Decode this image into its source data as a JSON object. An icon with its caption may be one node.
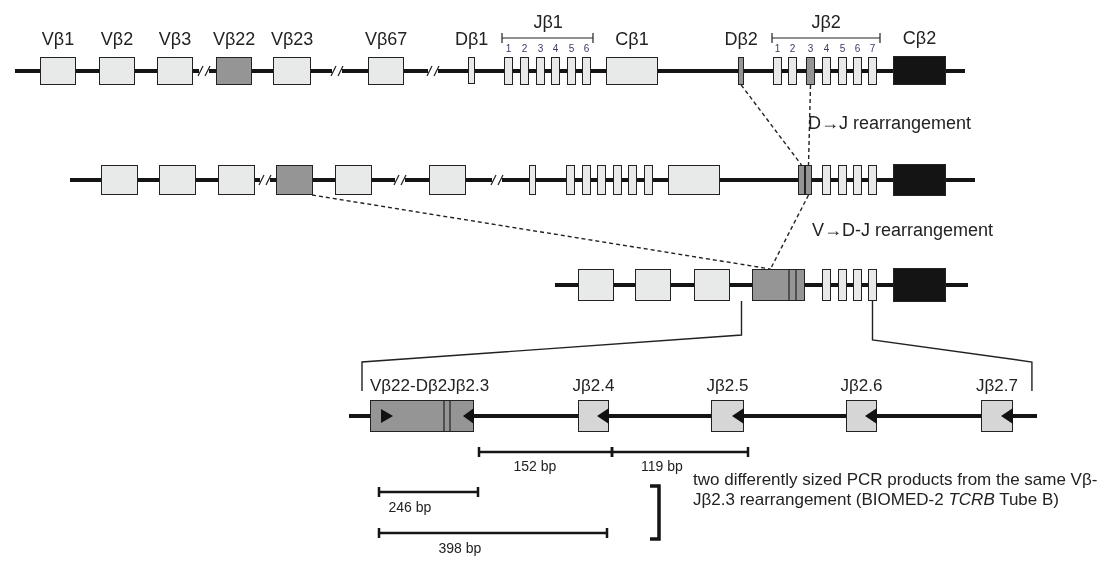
{
  "diagram": {
    "nodes": [
      {
        "text": [
          "Vβ1"
        ]
      },
      {
        "text": [
          "Vβ2"
        ]
      },
      {
        "text": [
          "Vβ3"
        ]
      },
      {
        "text": [
          "Vβ22"
        ]
      },
      {
        "text": [
          "Vβ23"
        ]
      },
      {
        "text": [
          "Vβ67"
        ]
      },
      {
        "text": [
          "Dβ1"
        ]
      },
      {
        "text": [
          "1"
        ]
      },
      {
        "text": [
          "2"
        ]
      },
      {
        "text": [
          "3"
        ]
      },
      {
        "text": [
          "4"
        ]
      },
      {
        "text": [
          "5"
        ]
      },
      {
        "text": [
          "6"
        ]
      },
      {
        "text": [
          "Cβ1"
        ]
      },
      {
        "text": [
          "Dβ2"
        ]
      },
      {
        "text": [
          "1"
        ]
      },
      {
        "text": [
          "2"
        ]
      },
      {
        "text": [
          "3"
        ]
      },
      {
        "text": [
          "4"
        ]
      },
      {
        "text": [
          "5"
        ]
      },
      {
        "text": [
          "6"
        ]
      },
      {
        "text": [
          "7"
        ]
      },
      {
        "text": [
          "Cβ2"
        ]
      },
      {
        "text": [],
        "shape": "box"
      },
      {
        "text": [],
        "shape": "box"
      },
      {
        "text": [],
        "shape": "box"
      },
      {
        "text": [],
        "shape": "box"
      },
      {
        "text": [],
        "shape": "box"
      },
      {
        "text": [],
        "shape": "box"
      },
      {
        "text": [],
        "shape": "box"
      },
      {
        "text": [],
        "shape": "box"
      },
      {
        "text": [],
        "shape": "box"
      },
      {
        "text": [],
        "shape": "box"
      },
      {
        "text": [],
        "shape": "box"
      },
      {
        "text": [],
        "shape": "box"
      },
      {
        "text": [],
        "shape": "box"
      },
      {
        "text": [],
        "shape": "box"
      },
      {
        "text": [],
        "shape": "box"
      },
      {
        "text": [],
        "shape": "box"
      },
      {
        "text": [],
        "shape": "box"
      },
      {
        "text": [],
        "shape": "box"
      },
      {
        "text": [],
        "shape": "box"
      },
      {
        "text": [],
        "shape": "box"
      },
      {
        "text": [],
        "shape": "box"
      },
      {
        "text": [],
        "shape": "box"
      },
      {
        "text": [],
        "shape": "box"
      },
      {
        "text": [],
        "shape": "box"
      },
      {
        "text": [],
        "shape": "box"
      },
      {
        "text": [],
        "shape": "box"
      },
      {
        "text": [],
        "shape": "box"
      },
      {
        "text": [],
        "shape": "box"
      },
      {
        "text": [],
        "shape": "box"
      },
      {
        "text": [],
        "shape": "box"
      },
      {
        "text": [
          "Vβ22-Dβ2Jβ2.3"
        ]
      },
      {
        "text": [
          "Jβ2.4"
        ]
      },
      {
        "text": [
          "Jβ2.5"
        ]
      },
      {
        "text": [
          "Jβ2.6"
        ]
      },
      {
        "text": [
          "Jβ2.7"
        ]
      }
    ],
    "edges": [
      {
        "from": 14,
        "to": 37,
        "arrow": "none",
        "style": "dashed"
      },
      {
        "from": 17,
        "to": 38,
        "arrow": "none",
        "style": "dashed"
      },
      {
        "from": 26,
        "to": 47,
        "arrow": "none",
        "style": "dashed"
      },
      {
        "from": 38,
        "to": 47,
        "arrow": "none",
        "style": "dashed"
      },
      {
        "from": 47,
        "to": 53,
        "arrow": "none"
      },
      {
        "from": 51,
        "to": 57,
        "arrow": "none"
      }
    ],
    "labels": [
      "Jβ1",
      "Jβ2",
      "D→J rearrangement",
      "V→D-J rearrangement",
      "152 bp",
      "119 bp",
      "246 bp",
      "398 bp",
      "two differently sized PCR products from the same Vβ-Jβ2.3 rearrangement (BIOMED-2 *TCRB* Tube B)"
    ]
  }
}
